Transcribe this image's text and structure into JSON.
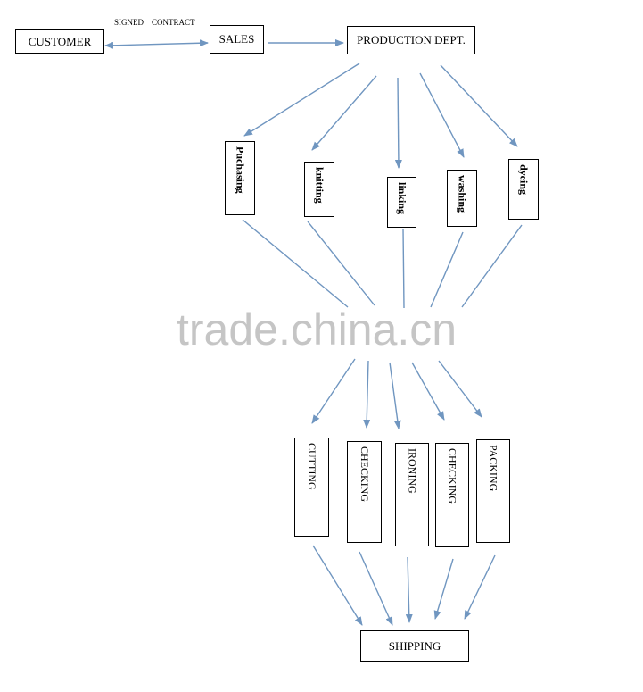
{
  "top": {
    "customer": "CUSTOMER",
    "signed": "SIGNED",
    "contract": "CONTRACT",
    "sales": "SALES",
    "production": "PRODUCTION DEPT."
  },
  "stage1": [
    "Puchasing",
    "knitting",
    "linking",
    "washing",
    "dyeing"
  ],
  "stage2": [
    "CUTTING",
    "CHECKING",
    "IRONING",
    "CHECKING",
    "PACKING"
  ],
  "shipping": "SHIPPING",
  "watermark": "trade.china.cn",
  "colors": {
    "arrow": "#7096c0",
    "border": "#000000",
    "watermark": "#969696"
  }
}
